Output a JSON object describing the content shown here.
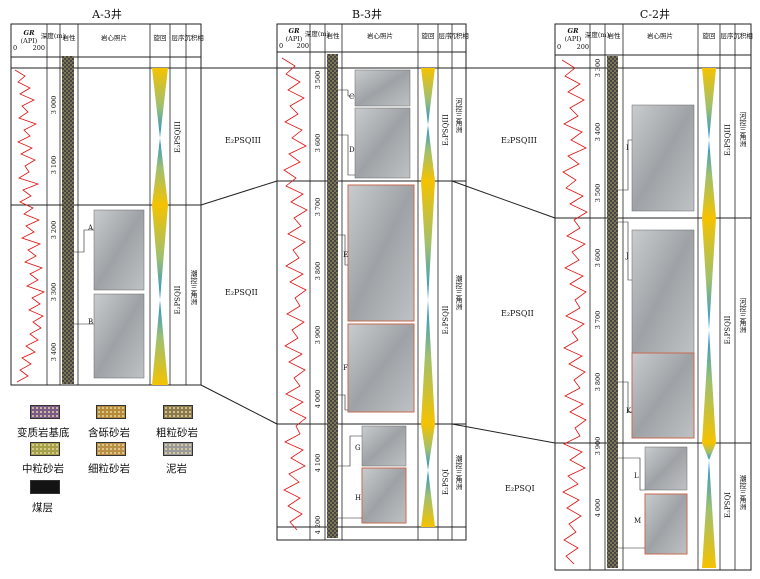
{
  "wells": [
    {
      "id": "A-3",
      "name": "A-3井",
      "headers": {
        "gr": "GR",
        "gr_unit": "(API)",
        "gr_min": "0",
        "gr_max": "200",
        "depth": "深度(m)",
        "lith": "岩性",
        "core": "岩心照片",
        "cycle": "旋回",
        "seq": "层序",
        "facies": "沉积相"
      },
      "depth_ticks": [
        "3 000",
        "3 100",
        "3 200",
        "3 300",
        "3 400"
      ],
      "photo_labels": [
        "A",
        "B"
      ],
      "sequences": [
        "E₂PSQIII",
        "E₂PSQII"
      ],
      "facies": [
        "潮控三角洲"
      ]
    },
    {
      "id": "B-3",
      "name": "B-3井",
      "headers": {
        "gr": "GR",
        "gr_unit": "(API)",
        "gr_min": "0",
        "gr_max": "200",
        "depth": "深度(m)",
        "lith": "岩性",
        "core": "岩心照片",
        "cycle": "旋回",
        "seq": "层序",
        "facies": "沉积相"
      },
      "depth_ticks": [
        "3 500",
        "3 600",
        "3 700",
        "3 800",
        "3 900",
        "4 000",
        "4 100",
        "4 200"
      ],
      "photo_labels": [
        "C",
        "D",
        "E",
        "F",
        "G",
        "H"
      ],
      "sequences": [
        "E₂PSQIII",
        "E₂PSQII",
        "E₂PSQI"
      ],
      "facies": [
        "河控三角洲",
        "潮控三角洲",
        "潮控三角洲"
      ]
    },
    {
      "id": "C-2",
      "name": "C-2井",
      "headers": {
        "gr": "GR",
        "gr_unit": "(API)",
        "gr_min": "0",
        "gr_max": "200",
        "depth": "深度(m)",
        "lith": "岩性",
        "core": "岩心照片",
        "cycle": "旋回",
        "seq": "层序",
        "facies": "沉积相"
      },
      "depth_ticks": [
        "3 300",
        "3 400",
        "3 500",
        "3 600",
        "3 700",
        "3 800",
        "3 900",
        "4 000"
      ],
      "photo_labels": [
        "I",
        "J",
        "K",
        "L",
        "M"
      ],
      "sequences": [
        "E₂PSQIII",
        "E₂PSQII",
        "E₂PSQI"
      ],
      "facies": [
        "河控三角洲",
        "河控三角洲",
        "潮控三角洲"
      ]
    }
  ],
  "correlation_labels": [
    "E₂PSQIII",
    "E₂PSQII",
    "E₂PSQIII",
    "E₂PSQII",
    "E₂PSQI"
  ],
  "legend": [
    {
      "label": "变质岩基底",
      "color": "#7a5a86",
      "pattern": "dots"
    },
    {
      "label": "含砾砂岩",
      "color": "#b58a38",
      "pattern": "dots"
    },
    {
      "label": "粗粒砂岩",
      "color": "#8c7a4e",
      "pattern": "dots"
    },
    {
      "label": "中粒砂岩",
      "color": "#a5a04a",
      "pattern": "dots"
    },
    {
      "label": "细粒砂岩",
      "color": "#b88f44",
      "pattern": "dots"
    },
    {
      "label": "泥岩",
      "color": "#9a9a9a",
      "pattern": "dots"
    },
    {
      "label": "煤层",
      "color": "#141414",
      "pattern": "solid"
    }
  ],
  "colors": {
    "gr": "#e01010",
    "cycle_yellow": "#f5c200",
    "cycle_blue": "#1e90d8"
  }
}
